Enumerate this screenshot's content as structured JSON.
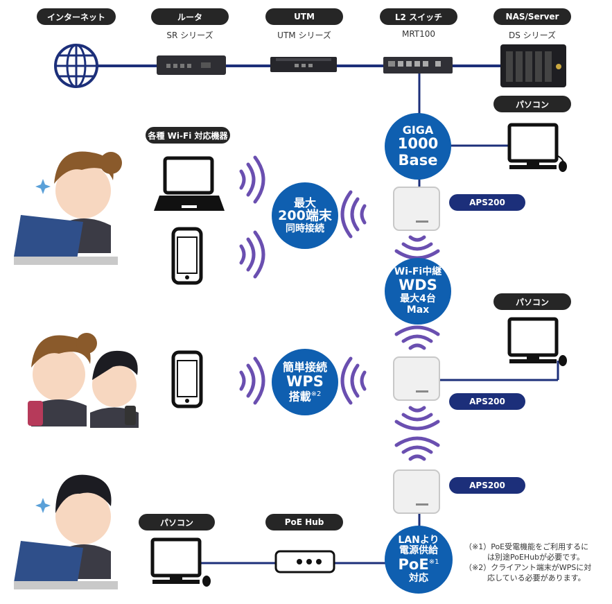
{
  "top": {
    "internet_label": "インターネット",
    "router_label": "ルータ",
    "router_sub": "SR シリーズ",
    "utm_label": "UTM",
    "utm_sub": "UTM シリーズ",
    "switch_label": "L2 スイッチ",
    "switch_sub": "MRT100",
    "nas_label": "NAS/Server",
    "nas_sub": "DS シリーズ"
  },
  "labels": {
    "pc_right_top": "パソコン",
    "pc_right_mid": "パソコン",
    "pc_bottom_left": "パソコン",
    "poe_hub": "PoE Hub",
    "wifi_devices": "各種 Wi-Fi 対応機器",
    "aps_1": "APS200",
    "aps_2": "APS200",
    "aps_3": "APS200"
  },
  "circles": {
    "giga_l1": "GIGA",
    "giga_l2": "1000",
    "giga_l3": "Base",
    "max_l1": "最大",
    "max_l2": "200端末",
    "max_l3": "同時接続",
    "wds_l1": "Wi-Fi中継",
    "wds_l2": "WDS",
    "wds_l3": "最大4台",
    "wds_l4": "Max",
    "wps_l1": "簡単接続",
    "wps_l2": "WPS",
    "wps_l3": "搭載",
    "wps_note": "※2",
    "poe_l1": "LANより",
    "poe_l2": "電源供給",
    "poe_l3": "PoE",
    "poe_note": "※1",
    "poe_l4": "対応"
  },
  "notes": {
    "n1_line1": "（※1）PoE受電機能をご利用するに",
    "n1_line2": "　　　は別途PoEHubが必要です。",
    "n2_line1": "（※2）クライアント端末がWPSに対",
    "n2_line2": "　　　応している必要があります。"
  },
  "colors": {
    "circle_blue": "#0f5fb0",
    "pill_dark": "#262626",
    "pill_navy": "#1c2f7a",
    "wifi_purple": "#6a4fb0",
    "cable_navy": "#1c2f7a"
  }
}
